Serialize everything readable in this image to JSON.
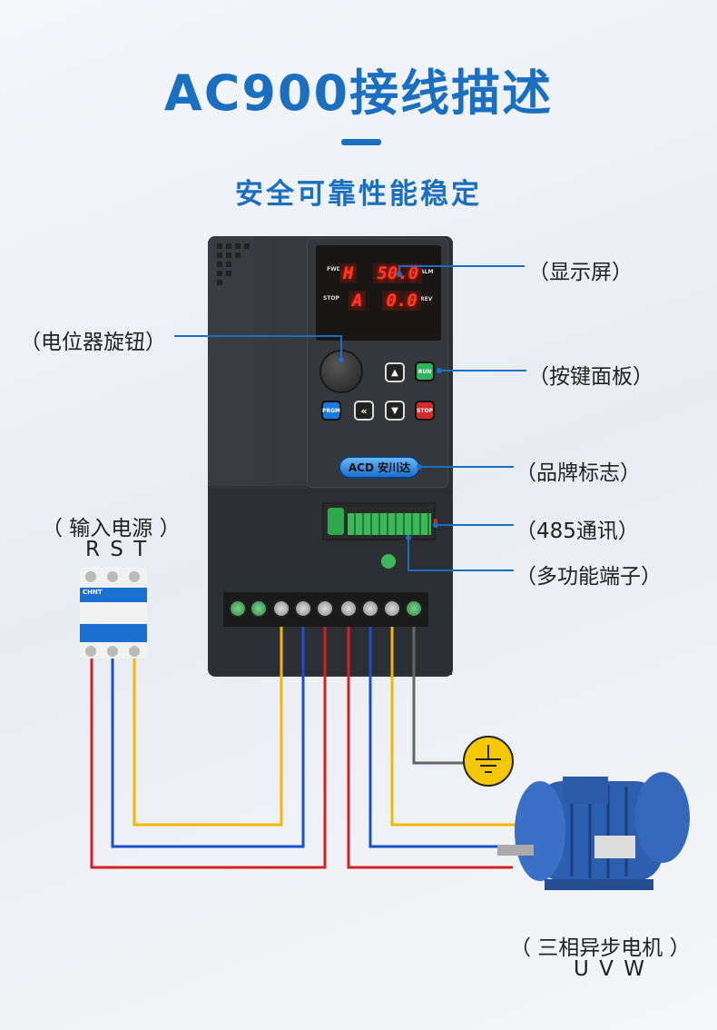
{
  "title": "AC900接线描述",
  "subtitle": "安全可靠性能稳定",
  "labels": {
    "display": "（显示屏）",
    "knob": "（电位器旋钮）",
    "keypad": "（按键面板）",
    "brand": "（品牌标志）",
    "rs485": "（485通讯）",
    "terminals": "（多功能端子）",
    "power": "（ 输入电源 ）",
    "power_phases": "R S T",
    "motor": "（ 三相异步电机 ）",
    "motor_phases": "U V W"
  },
  "display": {
    "fwd": "FWD",
    "stop": "STOP",
    "alm": "ALM",
    "rev": "REV",
    "line1_mode": "H",
    "line1_value": "50.0",
    "line2_mode": "A",
    "line2_value": "0.0"
  },
  "keys": {
    "run": "RUN",
    "prgm": "PRGM",
    "stop": "STOP",
    "shift": "«",
    "up": "▲",
    "down": "▼"
  },
  "brand": "ACD 安川达",
  "breaker_brand": "CHNT",
  "colors": {
    "accent": "#1a6fc0",
    "wire_red": "#d42020",
    "wire_blue": "#1a4fd0",
    "wire_yellow": "#f5b800",
    "wire_ground": "#666666"
  }
}
